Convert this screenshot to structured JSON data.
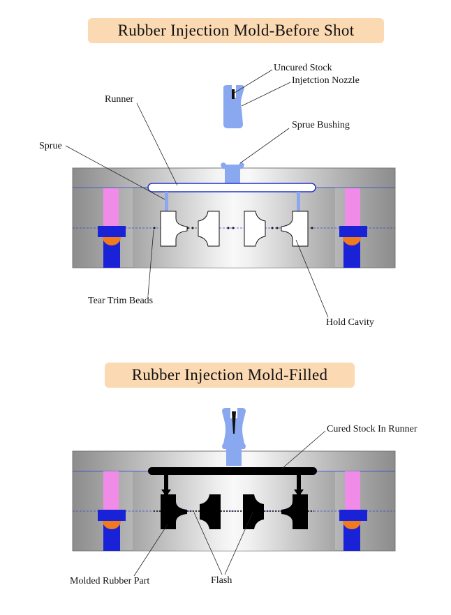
{
  "titles": {
    "top": "Rubber Injection Mold-Before Shot",
    "bottom": "Rubber Injection Mold-Filled"
  },
  "labels_top": {
    "uncured_stock": "Uncured Stock",
    "injection_nozzle": "Injetction Nozzle",
    "runner": "Runner",
    "sprue_bushing": "Sprue Bushing",
    "sprue": "Sprue",
    "tear_trim_beads": "Tear Trim Beads",
    "hold_cavity": "Hold Cavity"
  },
  "labels_bottom": {
    "cured_stock_in_runner": "Cured Stock In Runner",
    "molded_rubber_part": "Molded Rubber Part",
    "flash": "Flash"
  },
  "colors": {
    "banner": "#fbd9b3",
    "nozzle": "#8aa8f0",
    "guide_pin": "#f08ce8",
    "bushing_block": "#1a22d8",
    "orange_ball": "#f07a1e",
    "runner_outline": "#2233cc",
    "cured_rubber": "#000000"
  }
}
